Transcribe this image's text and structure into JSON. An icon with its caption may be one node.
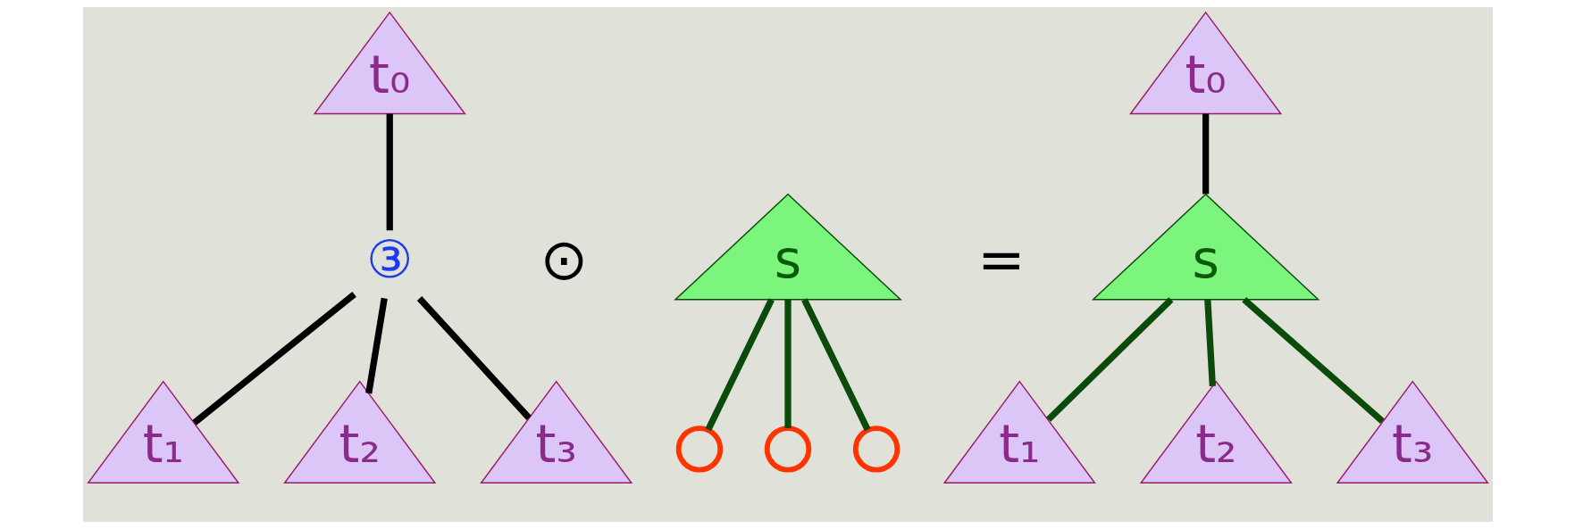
{
  "diagram": {
    "nodes": [
      {
        "text": [
          "t₀"
        ]
      },
      {
        "text": [
          "③"
        ]
      },
      {
        "text": [
          "t₁"
        ]
      },
      {
        "text": [
          "t₂"
        ]
      },
      {
        "text": [
          "t₃"
        ]
      },
      {
        "text": [
          "s"
        ]
      },
      {
        "text": [],
        "shape": "circle"
      },
      {
        "text": [],
        "shape": "circle"
      },
      {
        "text": [],
        "shape": "circle"
      },
      {
        "text": [
          "t₀"
        ]
      },
      {
        "text": [
          "s"
        ]
      },
      {
        "text": [
          "t₁"
        ]
      },
      {
        "text": [
          "t₂"
        ]
      },
      {
        "text": [
          "t₃"
        ]
      }
    ],
    "edges": [
      {
        "from": 0,
        "to": 1,
        "arrow": "none",
        "color": "#000000"
      },
      {
        "from": 1,
        "to": 2,
        "arrow": "none",
        "color": "#000000"
      },
      {
        "from": 1,
        "to": 3,
        "arrow": "none",
        "color": "#000000"
      },
      {
        "from": 1,
        "to": 4,
        "arrow": "none",
        "color": "#000000"
      },
      {
        "from": 5,
        "to": 6,
        "arrow": "none"
      },
      {
        "from": 5,
        "to": 7,
        "arrow": "none"
      },
      {
        "from": 5,
        "to": 8,
        "arrow": "none"
      },
      {
        "from": 9,
        "to": 10,
        "arrow": "none",
        "color": "#000000"
      },
      {
        "from": 10,
        "to": 11,
        "arrow": "none"
      },
      {
        "from": 10,
        "to": 12,
        "arrow": "none"
      },
      {
        "from": 10,
        "to": 13,
        "arrow": "none"
      }
    ],
    "labels": [
      "⊙",
      "="
    ]
  }
}
